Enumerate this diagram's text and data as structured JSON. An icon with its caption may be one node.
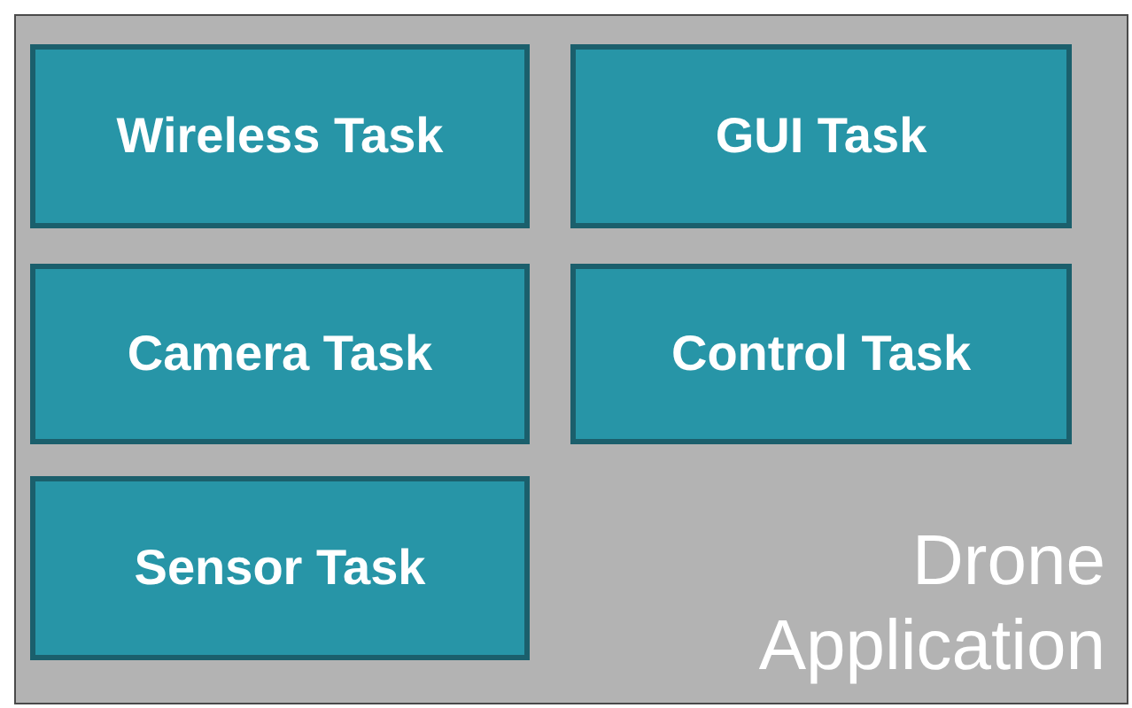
{
  "diagram": {
    "nodes": [
      {
        "text": [
          "Drone Application"
        ]
      },
      {
        "text": [
          "Wireless Task"
        ],
        "in": 0
      },
      {
        "text": [
          "GUI Task"
        ],
        "in": 0
      },
      {
        "text": [
          "Camera Task"
        ],
        "in": 0
      },
      {
        "text": [
          "Control Task"
        ],
        "in": 0
      },
      {
        "text": [
          "Sensor Task"
        ],
        "in": 0
      }
    ]
  }
}
